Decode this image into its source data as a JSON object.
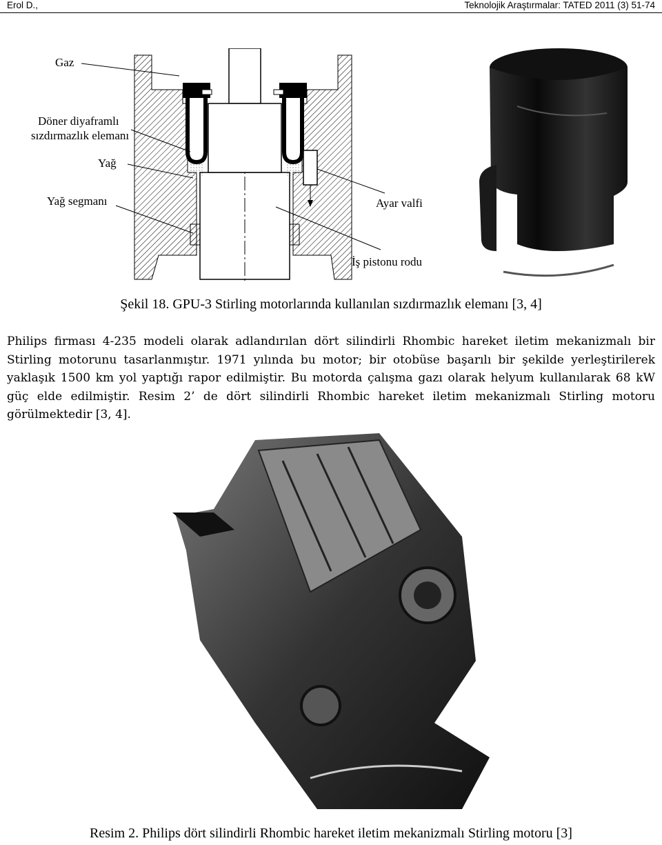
{
  "header": {
    "left": "Erol D.,",
    "right": "Teknolojik Araştırmalar: TATED 2011 (3) 51-74"
  },
  "figure18": {
    "labels": {
      "gaz": "Gaz",
      "doner1": "Döner diyaframlı",
      "doner2": "sızdırmazlık elemanı",
      "yag": "Yağ",
      "yag_segmani": "Yağ segmanı",
      "ayar_valfi": "Ayar valfi",
      "is_pistonu": "İş pistonu rodu"
    },
    "caption": "Şekil 18. GPU-3 Stirling motorlarında kullanılan sızdırmazlık elemanı [3, 4]"
  },
  "paragraph": "Philips firması 4-235 modeli olarak adlandırılan dört silindirli Rhombic hareket iletim mekanizmalı bir Stirling motorunu tasarlanmıştır. 1971 yılında bu motor; bir otobüse başarılı bir şekilde yerleştirilerek yaklaşık 1500 km yol yaptığı rapor edilmiştir. Bu motorda çalışma gazı olarak helyum kullanılarak 68 kW güç elde edilmiştir. Resim 2’ de dört silindirli Rhombic hareket iletim mekanizmalı Stirling motoru görülmektedir [3, 4].",
  "resim2": {
    "caption": "Resim 2. Philips dört silindirli Rhombic hareket iletim mekanizmalı Stirling motoru [3]"
  }
}
